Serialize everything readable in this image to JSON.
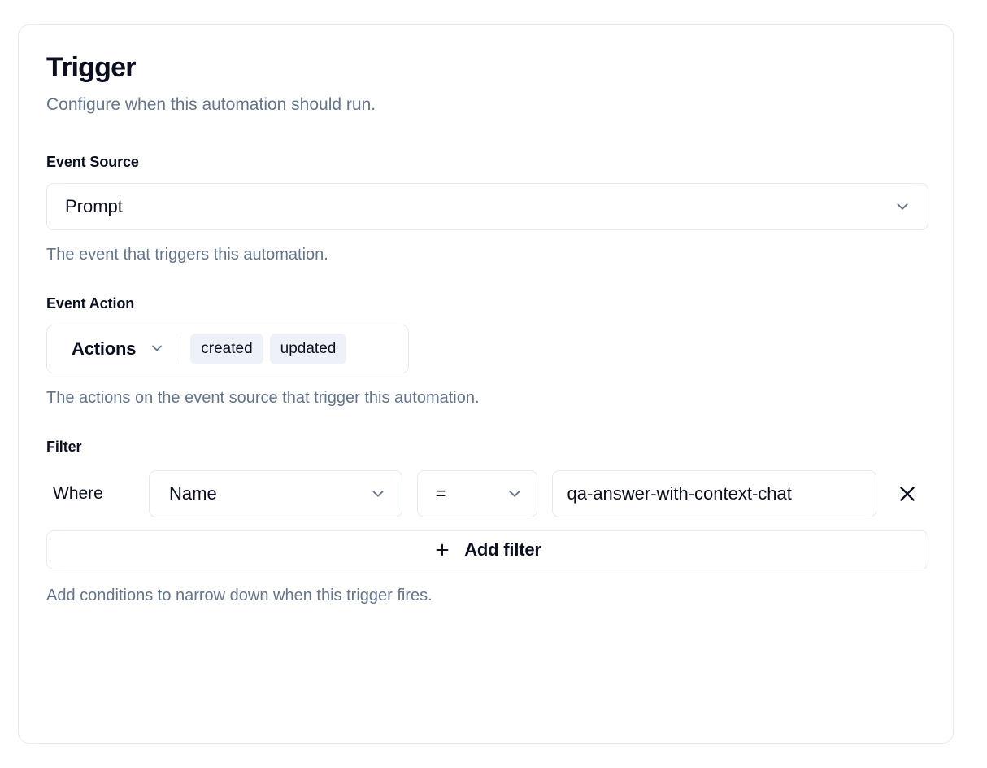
{
  "card": {
    "title": "Trigger",
    "subtitle": "Configure when this automation should run."
  },
  "event_source": {
    "label": "Event Source",
    "value": "Prompt",
    "help": "The event that triggers this automation.",
    "chevron_icon": "chevron-down-icon"
  },
  "event_action": {
    "label": "Event Action",
    "trigger_label": "Actions",
    "chips": [
      "created",
      "updated"
    ],
    "help": "The actions on the event source that trigger this automation.",
    "chevron_icon": "chevron-down-icon"
  },
  "filter": {
    "label": "Filter",
    "where_label": "Where",
    "field_value": "Name",
    "operator_value": "=",
    "value": "qa-answer-with-context-chat",
    "value_placeholder": "Value",
    "remove_icon": "close-icon",
    "add_filter_label": "Add filter",
    "add_filter_icon": "plus-icon",
    "help": "Add conditions to narrow down when this trigger fires."
  },
  "colors": {
    "text": "#0b1020",
    "muted": "#64748b",
    "border": "#e6e9ef",
    "chip_bg": "#eef1f7",
    "chevron": "#64748b"
  }
}
